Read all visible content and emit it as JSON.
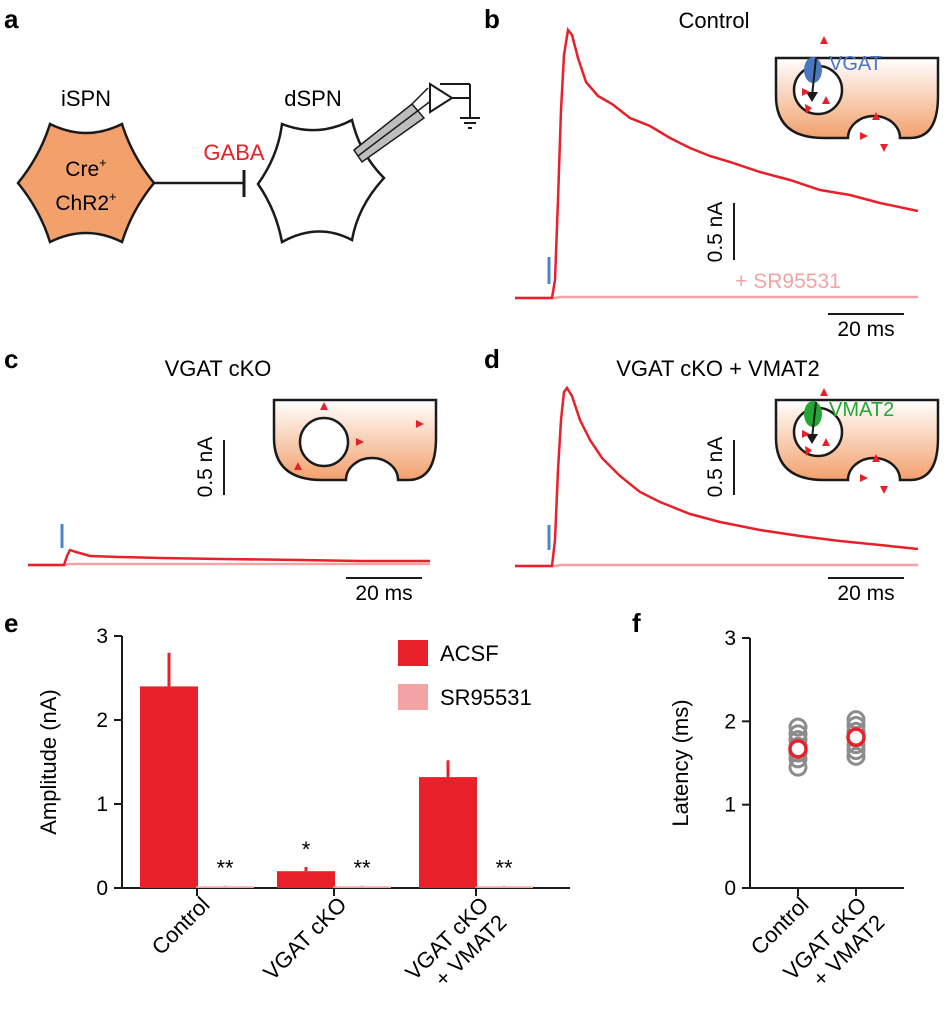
{
  "colors": {
    "acsf": "#e8202a",
    "sr95531": "#f3a3a3",
    "trace": "#e8202a",
    "trace_blocked": "#f3a3a3",
    "stimulus": "#4a86c8",
    "cell_fill": "#f2a06c",
    "vgat": "#4a78c0",
    "vmat2": "#24a637",
    "latency_points": "#8c8c8c",
    "latency_mean": "#e8202a"
  },
  "panel_a": {
    "label": "a",
    "isp_label": "iSPN",
    "dspn_label": "dSPN",
    "cre_label": "Cre",
    "chr2_label": "ChR2",
    "sup": "+",
    "gaba_label": "GABA"
  },
  "panel_b": {
    "label": "b",
    "title": "Control",
    "transporter": "VGAT",
    "scale_y": "0.5 nA",
    "scale_x": "20 ms",
    "blocked_label": "+ SR95531"
  },
  "panel_c": {
    "label": "c",
    "title": "VGAT cKO",
    "scale_y": "0.5 nA",
    "scale_x": "20 ms"
  },
  "panel_d": {
    "label": "d",
    "title": "VGAT cKO + VMAT2",
    "transporter": "VMAT2",
    "scale_y": "0.5 nA",
    "scale_x": "20 ms"
  },
  "chart_data": [
    {
      "panel": "e",
      "type": "bar",
      "categories": [
        "Control",
        "VGAT cKO",
        "VGAT cKO\n+ VMAT2"
      ],
      "series": [
        {
          "name": "ACSF",
          "values": [
            2.4,
            0.2,
            1.32
          ],
          "errors": [
            0.4,
            0.05,
            0.2
          ],
          "significance": [
            "",
            "*",
            ""
          ]
        },
        {
          "name": "SR95531",
          "values": [
            0.02,
            0.02,
            0.02
          ],
          "errors": [
            0.01,
            0.01,
            0.01
          ],
          "significance": [
            "**",
            "**",
            "**"
          ]
        }
      ],
      "ylabel": "Amplitude (nA)",
      "ylim": [
        0,
        3
      ],
      "yticks": [
        0,
        1,
        2,
        3
      ],
      "legend": "top-right",
      "grid": false
    },
    {
      "panel": "f",
      "type": "scatter",
      "categories": [
        "Control",
        "VGAT cKO\n+ VMAT2"
      ],
      "points": [
        [
          1.45,
          1.55,
          1.62,
          1.7,
          1.78,
          1.85,
          1.93
        ],
        [
          1.58,
          1.65,
          1.72,
          1.8,
          1.88,
          1.95,
          2.02
        ]
      ],
      "means": [
        1.67,
        1.81
      ],
      "ylabel": "Latency (ms)",
      "ylim": [
        0,
        3
      ],
      "yticks": [
        0,
        1,
        2,
        3
      ],
      "grid": false
    }
  ]
}
